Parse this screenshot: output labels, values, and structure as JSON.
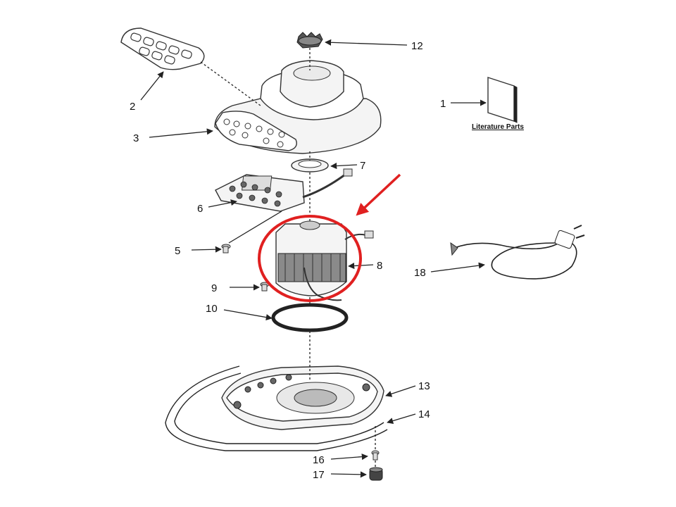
{
  "callouts": {
    "c1": "1",
    "c2": "2",
    "c3": "3",
    "c5": "5",
    "c6": "6",
    "c7": "7",
    "c8": "8",
    "c9": "9",
    "c10": "10",
    "c12": "12",
    "c13": "13",
    "c14": "14",
    "c16": "16",
    "c17": "17",
    "c18": "18"
  },
  "literature_label": "Literature Parts",
  "highlight": {
    "target_callout": "8",
    "color": "#e02020"
  }
}
